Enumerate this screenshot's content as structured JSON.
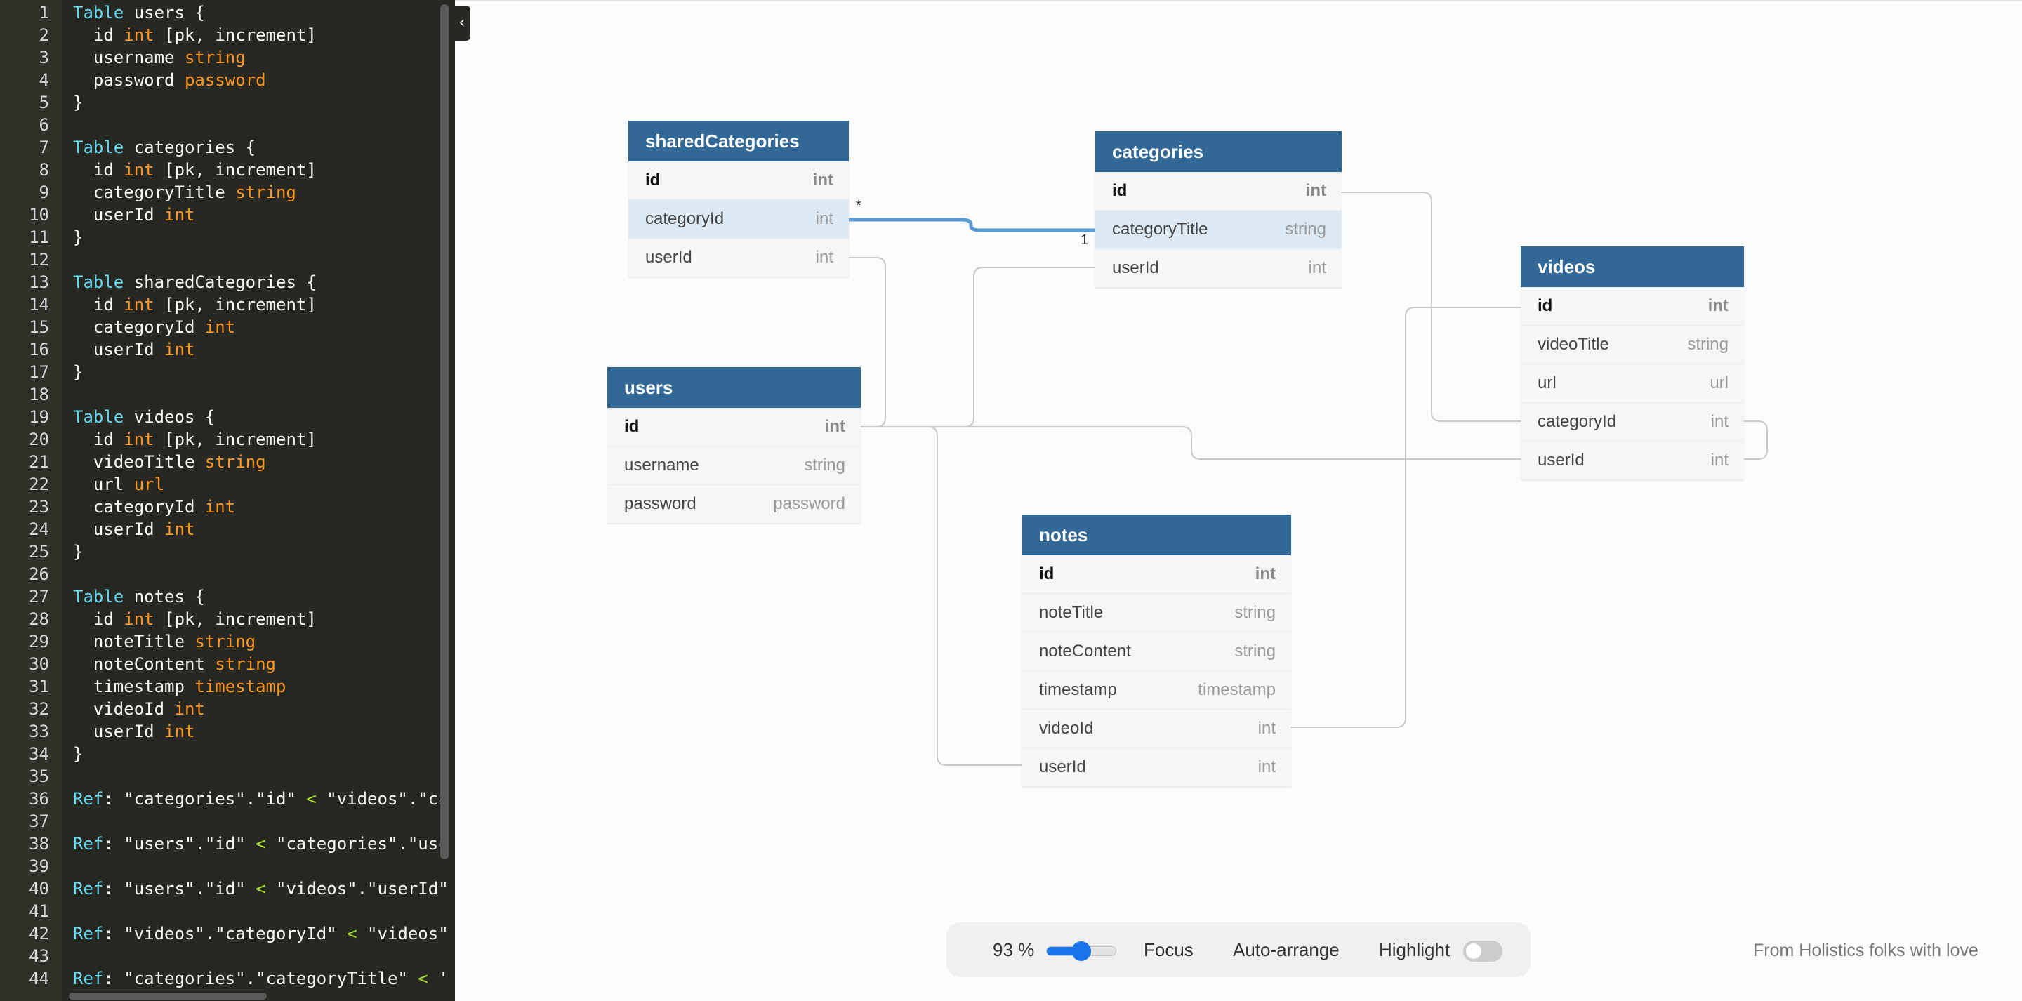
{
  "editor": {
    "lines": [
      [
        [
          "k",
          "Table"
        ],
        [
          "p",
          " users {"
        ]
      ],
      [
        [
          "p",
          "  id "
        ],
        [
          "t",
          "int"
        ],
        [
          "p",
          " [pk, increment]"
        ]
      ],
      [
        [
          "p",
          "  username "
        ],
        [
          "t",
          "string"
        ]
      ],
      [
        [
          "p",
          "  password "
        ],
        [
          "t",
          "password"
        ]
      ],
      [
        [
          "p",
          "}"
        ]
      ],
      [],
      [
        [
          "k",
          "Table"
        ],
        [
          "p",
          " categories {"
        ]
      ],
      [
        [
          "p",
          "  id "
        ],
        [
          "t",
          "int"
        ],
        [
          "p",
          " [pk, increment]"
        ]
      ],
      [
        [
          "p",
          "  categoryTitle "
        ],
        [
          "t",
          "string"
        ]
      ],
      [
        [
          "p",
          "  userId "
        ],
        [
          "t",
          "int"
        ]
      ],
      [
        [
          "p",
          "}"
        ]
      ],
      [],
      [
        [
          "k",
          "Table"
        ],
        [
          "p",
          " sharedCategories {"
        ]
      ],
      [
        [
          "p",
          "  id "
        ],
        [
          "t",
          "int"
        ],
        [
          "p",
          " [pk, increment]"
        ]
      ],
      [
        [
          "p",
          "  categoryId "
        ],
        [
          "t",
          "int"
        ]
      ],
      [
        [
          "p",
          "  userId "
        ],
        [
          "t",
          "int"
        ]
      ],
      [
        [
          "p",
          "}"
        ]
      ],
      [],
      [
        [
          "k",
          "Table"
        ],
        [
          "p",
          " videos {"
        ]
      ],
      [
        [
          "p",
          "  id "
        ],
        [
          "t",
          "int"
        ],
        [
          "p",
          " [pk, increment]"
        ]
      ],
      [
        [
          "p",
          "  videoTitle "
        ],
        [
          "t",
          "string"
        ]
      ],
      [
        [
          "p",
          "  url "
        ],
        [
          "t",
          "url"
        ]
      ],
      [
        [
          "p",
          "  categoryId "
        ],
        [
          "t",
          "int"
        ]
      ],
      [
        [
          "p",
          "  userId "
        ],
        [
          "t",
          "int"
        ]
      ],
      [
        [
          "p",
          "}"
        ]
      ],
      [],
      [
        [
          "k",
          "Table"
        ],
        [
          "p",
          " notes {"
        ]
      ],
      [
        [
          "p",
          "  id "
        ],
        [
          "t",
          "int"
        ],
        [
          "p",
          " [pk, increment]"
        ]
      ],
      [
        [
          "p",
          "  noteTitle "
        ],
        [
          "t",
          "string"
        ]
      ],
      [
        [
          "p",
          "  noteContent "
        ],
        [
          "t",
          "string"
        ]
      ],
      [
        [
          "p",
          "  timestamp "
        ],
        [
          "t",
          "timestamp"
        ]
      ],
      [
        [
          "p",
          "  videoId "
        ],
        [
          "t",
          "int"
        ]
      ],
      [
        [
          "p",
          "  userId "
        ],
        [
          "t",
          "int"
        ]
      ],
      [
        [
          "p",
          "}"
        ]
      ],
      [],
      [
        [
          "k",
          "Ref"
        ],
        [
          "p",
          ": \"categories\".\"id\" "
        ],
        [
          "o",
          "<"
        ],
        [
          "p",
          " \"videos\".\"ca"
        ]
      ],
      [],
      [
        [
          "k",
          "Ref"
        ],
        [
          "p",
          ": \"users\".\"id\" "
        ],
        [
          "o",
          "<"
        ],
        [
          "p",
          " \"categories\".\"use"
        ]
      ],
      [],
      [
        [
          "k",
          "Ref"
        ],
        [
          "p",
          ": \"users\".\"id\" "
        ],
        [
          "o",
          "<"
        ],
        [
          "p",
          " \"videos\".\"userId\""
        ]
      ],
      [],
      [
        [
          "k",
          "Ref"
        ],
        [
          "p",
          ": \"videos\".\"categoryId\" "
        ],
        [
          "o",
          "<"
        ],
        [
          "p",
          " \"videos\""
        ]
      ],
      [],
      [
        [
          "k",
          "Ref"
        ],
        [
          "p",
          ": \"categories\".\"categoryTitle\" "
        ],
        [
          "o",
          "<"
        ],
        [
          "p",
          " '"
        ]
      ]
    ]
  },
  "diagram": {
    "tables": [
      {
        "id": "sharedCategories",
        "name": "sharedCategories",
        "fields": [
          {
            "name": "id",
            "type": "int",
            "pk": true
          },
          {
            "name": "categoryId",
            "type": "int",
            "highlight": true
          },
          {
            "name": "userId",
            "type": "int"
          }
        ]
      },
      {
        "id": "categories",
        "name": "categories",
        "fields": [
          {
            "name": "id",
            "type": "int",
            "pk": true
          },
          {
            "name": "categoryTitle",
            "type": "string",
            "highlight": true
          },
          {
            "name": "userId",
            "type": "int"
          }
        ]
      },
      {
        "id": "videos",
        "name": "videos",
        "fields": [
          {
            "name": "id",
            "type": "int",
            "pk": true
          },
          {
            "name": "videoTitle",
            "type": "string"
          },
          {
            "name": "url",
            "type": "url"
          },
          {
            "name": "categoryId",
            "type": "int"
          },
          {
            "name": "userId",
            "type": "int"
          }
        ]
      },
      {
        "id": "users",
        "name": "users",
        "fields": [
          {
            "name": "id",
            "type": "int",
            "pk": true
          },
          {
            "name": "username",
            "type": "string"
          },
          {
            "name": "password",
            "type": "password"
          }
        ]
      },
      {
        "id": "notes",
        "name": "notes",
        "fields": [
          {
            "name": "id",
            "type": "int",
            "pk": true
          },
          {
            "name": "noteTitle",
            "type": "string"
          },
          {
            "name": "noteContent",
            "type": "string"
          },
          {
            "name": "timestamp",
            "type": "timestamp"
          },
          {
            "name": "videoId",
            "type": "int"
          },
          {
            "name": "userId",
            "type": "int"
          }
        ]
      }
    ],
    "relation_labels": {
      "many": "*",
      "one": "1"
    },
    "colors": {
      "header": "#316896",
      "highlight_link": "#5b9bd5",
      "link": "#c8c8c8"
    }
  },
  "toolbar": {
    "zoom_label": "93 %",
    "zoom_value": 0.4,
    "focus_label": "Focus",
    "arrange_label": "Auto-arrange",
    "highlight_label": "Highlight",
    "highlight_on": false
  },
  "footer": "From Holistics folks with love"
}
